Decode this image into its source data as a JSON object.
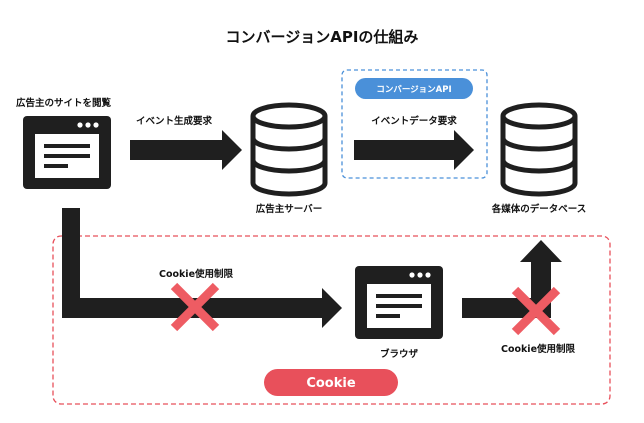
{
  "title": "コンバージョンAPIの仕組み",
  "labels": {
    "advertiser_site": "広告主のサイトを閲覧",
    "event_request": "イベント生成要求",
    "advertiser_server": "広告主サーバー",
    "conversion_api": "コンバージョンAPI",
    "event_data_request": "イベントデータ要求",
    "media_database": "各媒体のデータベース",
    "cookie_limit_left": "Cookie使用制限",
    "browser": "ブラウザ",
    "cookie_limit_right": "Cookie使用制限",
    "cookie_badge": "Cookie"
  },
  "colors": {
    "dark": "#1f1f1f",
    "blue_accent": "#4a90d9",
    "red_accent": "#e8505b",
    "cross": "#ee5c63"
  },
  "icons": [
    "browser-window-icon",
    "database-icon",
    "cross-icon",
    "arrow-icon"
  ]
}
